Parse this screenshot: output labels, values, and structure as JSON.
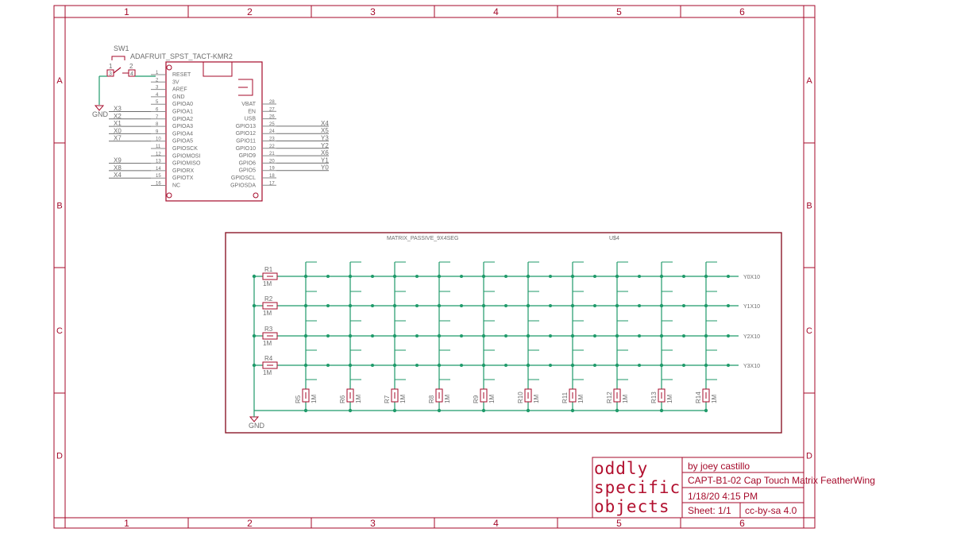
{
  "frame": {
    "columns": [
      "1",
      "2",
      "3",
      "4",
      "5",
      "6"
    ],
    "rows": [
      "A",
      "B",
      "C",
      "D"
    ]
  },
  "switch": {
    "ref": "SW1",
    "value": "ADAFRUIT_SPST_TACT-KMR2",
    "pins": [
      "1",
      "2",
      "3",
      "4"
    ],
    "gnd_label": "GND"
  },
  "feather": {
    "left_pins": [
      {
        "num": "1",
        "name": "RESET",
        "net": ""
      },
      {
        "num": "2",
        "name": "3V",
        "net": ""
      },
      {
        "num": "3",
        "name": "AREF",
        "net": ""
      },
      {
        "num": "4",
        "name": "GND",
        "net": ""
      },
      {
        "num": "5",
        "name": "GPIOA0",
        "net": ""
      },
      {
        "num": "6",
        "name": "GPIOA1",
        "net": "X3"
      },
      {
        "num": "7",
        "name": "GPIOA2",
        "net": "X2"
      },
      {
        "num": "8",
        "name": "GPIOA3",
        "net": "X1"
      },
      {
        "num": "9",
        "name": "GPIOA4",
        "net": "X0"
      },
      {
        "num": "10",
        "name": "GPIOA5",
        "net": "X7"
      },
      {
        "num": "11",
        "name": "GPIOSCK",
        "net": ""
      },
      {
        "num": "12",
        "name": "GPIOMOSI",
        "net": ""
      },
      {
        "num": "13",
        "name": "GPIOMISO",
        "net": "X9"
      },
      {
        "num": "14",
        "name": "GPIORX",
        "net": "X8"
      },
      {
        "num": "15",
        "name": "GPIOTX",
        "net": "X4"
      },
      {
        "num": "16",
        "name": "NC",
        "net": ""
      }
    ],
    "right_pins": [
      {
        "num": "28",
        "name": "VBAT",
        "net": ""
      },
      {
        "num": "27",
        "name": "EN",
        "net": ""
      },
      {
        "num": "26",
        "name": "USB",
        "net": ""
      },
      {
        "num": "25",
        "name": "GPIO13",
        "net": "X4"
      },
      {
        "num": "24",
        "name": "GPIO12",
        "net": "X5"
      },
      {
        "num": "23",
        "name": "GPIO11",
        "net": "Y3"
      },
      {
        "num": "22",
        "name": "GPIO10",
        "net": "Y2"
      },
      {
        "num": "21",
        "name": "GPIO9",
        "net": "X6"
      },
      {
        "num": "20",
        "name": "GPIO6",
        "net": "Y1"
      },
      {
        "num": "19",
        "name": "GPIO5",
        "net": "Y0"
      },
      {
        "num": "18",
        "name": "GPIOSCL",
        "net": ""
      },
      {
        "num": "17",
        "name": "GPIOSDA",
        "net": ""
      }
    ]
  },
  "matrix": {
    "title": "MATRIX_PASSIVE_9X4SEG",
    "ref": "U$4",
    "ground_label": "GND",
    "row_resistors": [
      {
        "ref": "R1",
        "value": "1M"
      },
      {
        "ref": "R2",
        "value": "1M"
      },
      {
        "ref": "R3",
        "value": "1M"
      },
      {
        "ref": "R4",
        "value": "1M"
      }
    ],
    "col_resistors": [
      {
        "ref": "R5",
        "value": "1M"
      },
      {
        "ref": "R6",
        "value": "1M"
      },
      {
        "ref": "R7",
        "value": "1M"
      },
      {
        "ref": "R8",
        "value": "1M"
      },
      {
        "ref": "R9",
        "value": "1M"
      },
      {
        "ref": "R10",
        "value": "1M"
      },
      {
        "ref": "R11",
        "value": "1M"
      },
      {
        "ref": "R12",
        "value": "1M"
      },
      {
        "ref": "R13",
        "value": "1M"
      },
      {
        "ref": "R14",
        "value": "1M"
      }
    ],
    "right_labels": [
      "Y0X10",
      "Y1X10",
      "Y2X10",
      "Y3X10"
    ]
  },
  "title_block": {
    "logo_lines": [
      "oddly",
      "specific",
      "objects"
    ],
    "author": "by joey castillo",
    "title": "CAPT-B1-02 Cap Touch Matrix FeatherWing",
    "date": "1/18/20 4:15 PM",
    "sheet": "Sheet: 1/1",
    "license": "cc-by-sa 4.0"
  }
}
